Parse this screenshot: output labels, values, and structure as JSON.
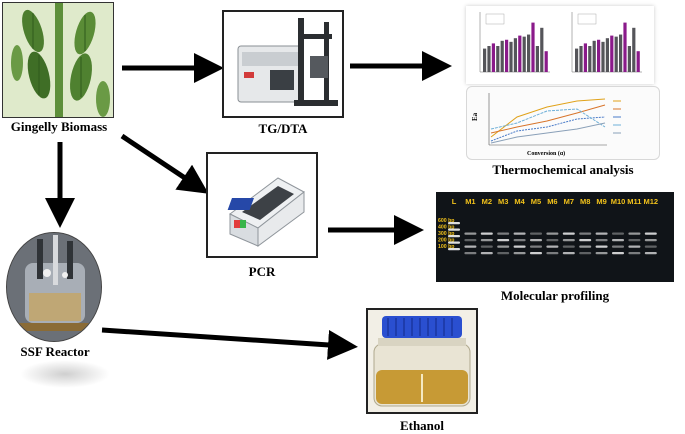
{
  "labels": {
    "biomass": "Gingelly Biomass",
    "tgdta": "TG/DTA",
    "thermo": "Thermochemical analysis",
    "pcr": "PCR",
    "molecular": "Molecular profiling",
    "ssf": "SSF Reactor",
    "ethanol": "Ethanol"
  },
  "thermo_line_chart": {
    "ylabel": "Ea",
    "xlabel": "Conversion (α)"
  },
  "gel": {
    "lanes": [
      "L",
      "M1",
      "M2",
      "M3",
      "M4",
      "M5",
      "M6",
      "M7",
      "M8",
      "M9",
      "M10",
      "M11",
      "M12"
    ],
    "ladder": [
      "600 bp",
      "400 bp",
      "300 bp",
      "200 bp",
      "100 bp"
    ]
  },
  "colors": {
    "plant": "#5d8f3a",
    "gel_bg": "#101418",
    "lane_label": "#f2c21b",
    "bar": "#8a1a8a",
    "cap": "#2a4fd0"
  }
}
